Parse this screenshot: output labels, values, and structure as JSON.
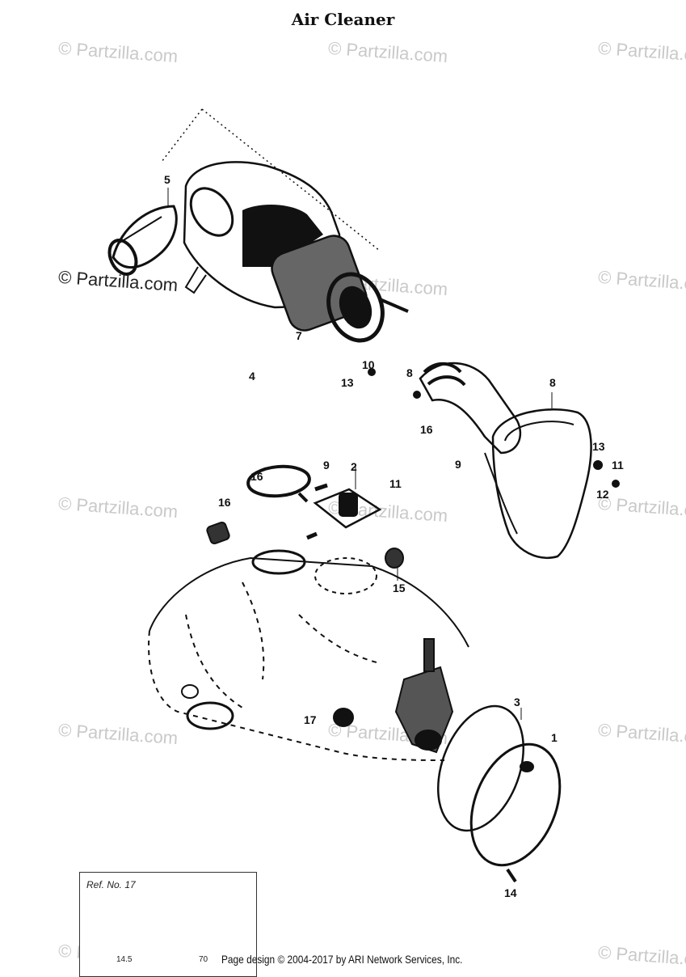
{
  "title": "Air Cleaner",
  "watermark": "© Partzilla.com",
  "callouts": [
    "5",
    "4",
    "7",
    "10",
    "13",
    "8",
    "8",
    "16",
    "9",
    "13",
    "11",
    "12",
    "16",
    "9",
    "2",
    "11",
    "16",
    "15",
    "17",
    "3",
    "1",
    "14"
  ],
  "inset": {
    "label": "Ref. No. 17",
    "dims": [
      "14.5",
      "70"
    ]
  },
  "footer": "Page design © 2004-2017 by ARI Network Services, Inc."
}
